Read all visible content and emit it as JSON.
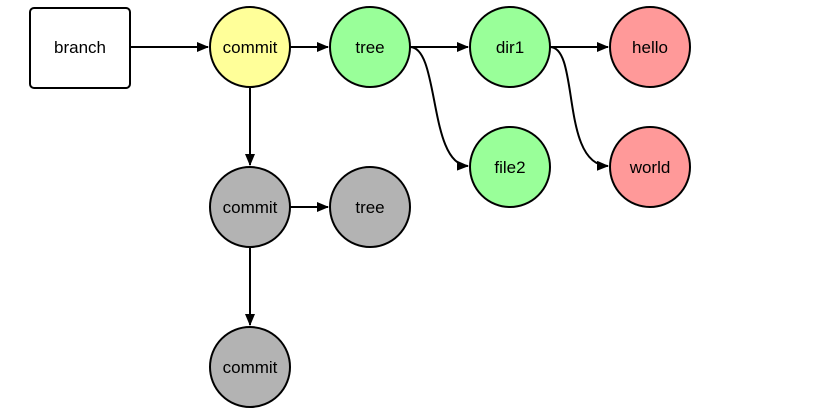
{
  "diagram": {
    "nodes": [
      {
        "id": "branch",
        "label": "branch",
        "shape": "box",
        "fill": "#ffffff"
      },
      {
        "id": "commit1",
        "label": "commit",
        "shape": "circle",
        "fill": "#ffff99"
      },
      {
        "id": "tree1",
        "label": "tree",
        "shape": "circle",
        "fill": "#99ff99"
      },
      {
        "id": "dir1",
        "label": "dir1",
        "shape": "circle",
        "fill": "#99ff99"
      },
      {
        "id": "hello",
        "label": "hello",
        "shape": "circle",
        "fill": "#ff9999"
      },
      {
        "id": "file2",
        "label": "file2",
        "shape": "circle",
        "fill": "#99ff99"
      },
      {
        "id": "world",
        "label": "world",
        "shape": "circle",
        "fill": "#ff9999"
      },
      {
        "id": "commit2",
        "label": "commit",
        "shape": "circle",
        "fill": "#b3b3b3"
      },
      {
        "id": "tree2",
        "label": "tree",
        "shape": "circle",
        "fill": "#b3b3b3"
      },
      {
        "id": "commit3",
        "label": "commit",
        "shape": "circle",
        "fill": "#b3b3b3"
      }
    ],
    "edges": [
      {
        "from": "branch",
        "to": "commit1"
      },
      {
        "from": "commit1",
        "to": "tree1"
      },
      {
        "from": "tree1",
        "to": "dir1"
      },
      {
        "from": "dir1",
        "to": "hello"
      },
      {
        "from": "tree1",
        "to": "file2"
      },
      {
        "from": "dir1",
        "to": "world"
      },
      {
        "from": "commit1",
        "to": "commit2"
      },
      {
        "from": "commit2",
        "to": "tree2"
      },
      {
        "from": "commit2",
        "to": "commit3"
      }
    ]
  }
}
